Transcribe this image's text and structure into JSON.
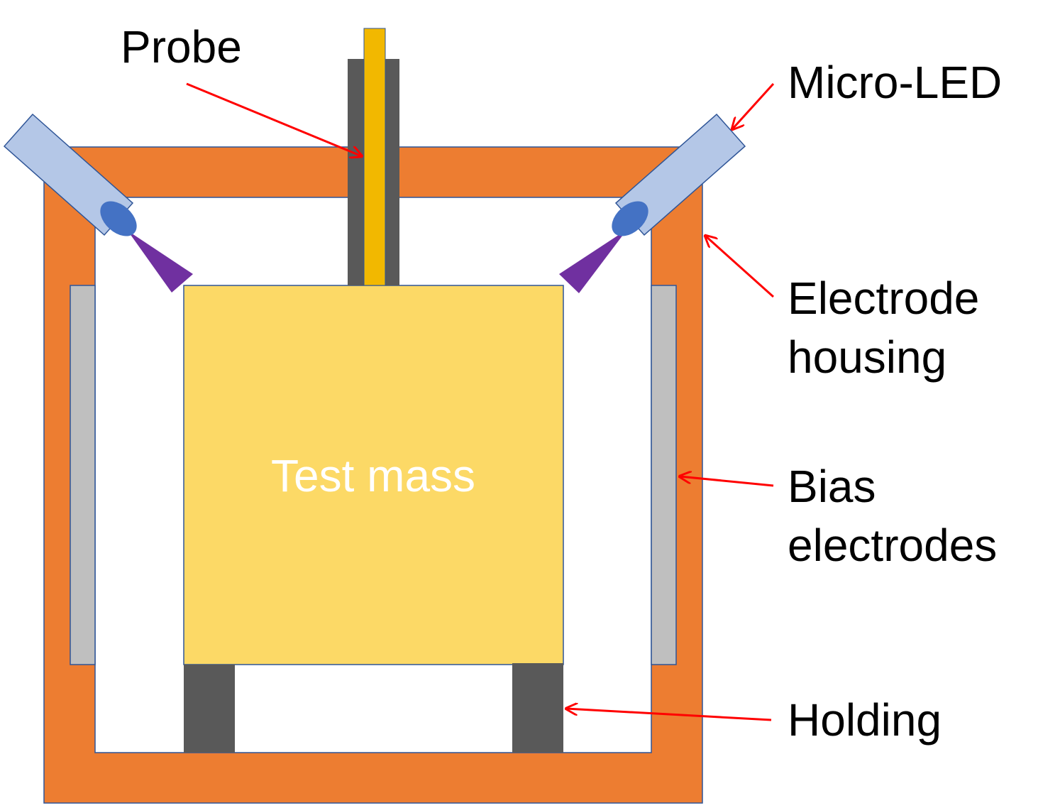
{
  "labels": {
    "probe": "Probe",
    "micro_led": "Micro-LED",
    "electrode_housing_line1": "Electrode",
    "electrode_housing_line2": "housing",
    "bias_electrodes_line1": "Bias",
    "bias_electrodes_line2": "electrodes",
    "holding": "Holding",
    "test_mass": "Test mass"
  },
  "colors": {
    "housing": "#ed7d31",
    "housing_outline": "#2f5597",
    "test_mass": "#fcd966",
    "bias_electrode": "#bfbfbf",
    "holding": "#595959",
    "probe_shell": "#595959",
    "probe_core": "#f2b800",
    "led_body": "#b4c7e7",
    "led_lens": "#4472c4",
    "led_beam": "#7030a0",
    "arrow": "#ff0000",
    "text": "#000000",
    "test_mass_text": "#ffffff"
  }
}
